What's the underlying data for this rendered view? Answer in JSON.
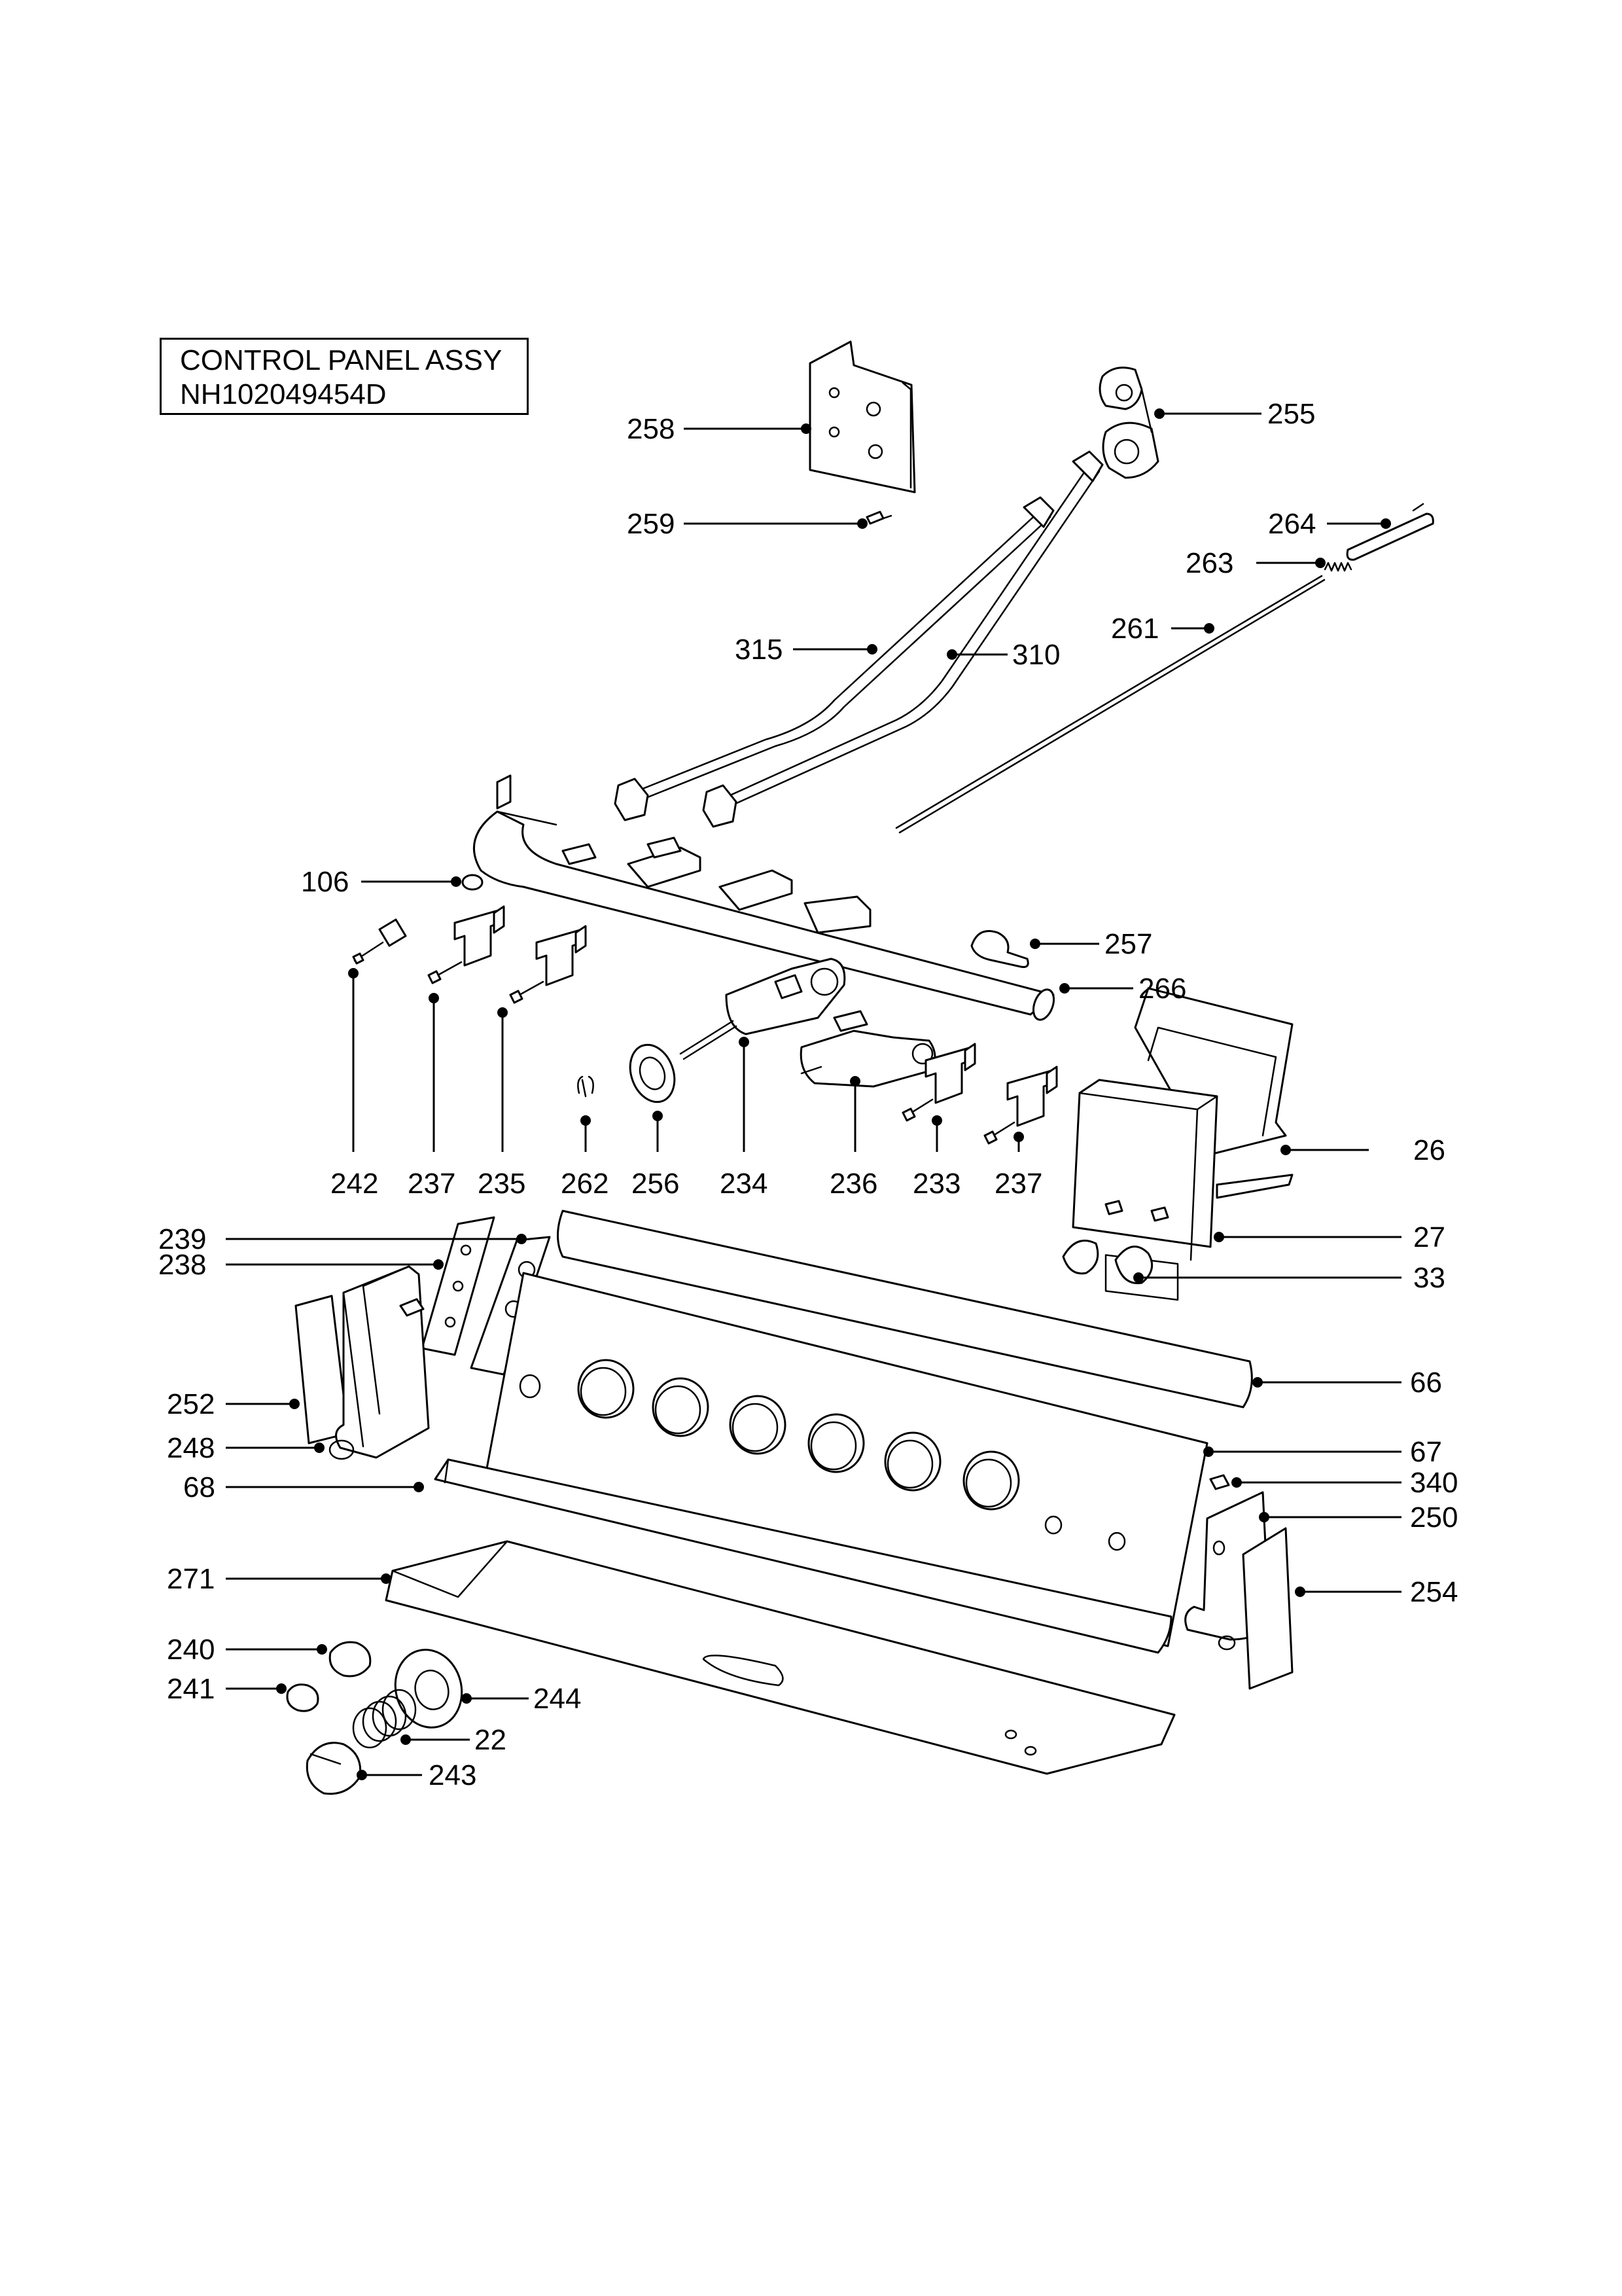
{
  "title": {
    "line1": "CONTROL PANEL ASSY",
    "line2": "NH102049454D"
  },
  "callouts": [
    "258",
    "259",
    "255",
    "264",
    "263",
    "261",
    "315",
    "310",
    "106",
    "257",
    "266",
    "242",
    "237",
    "235",
    "262",
    "256",
    "234",
    "236",
    "233",
    "237",
    "26",
    "239",
    "238",
    "27",
    "33",
    "252",
    "66",
    "248",
    "67",
    "68",
    "340",
    "250",
    "271",
    "254",
    "240",
    "241",
    "244",
    "22",
    "243"
  ]
}
